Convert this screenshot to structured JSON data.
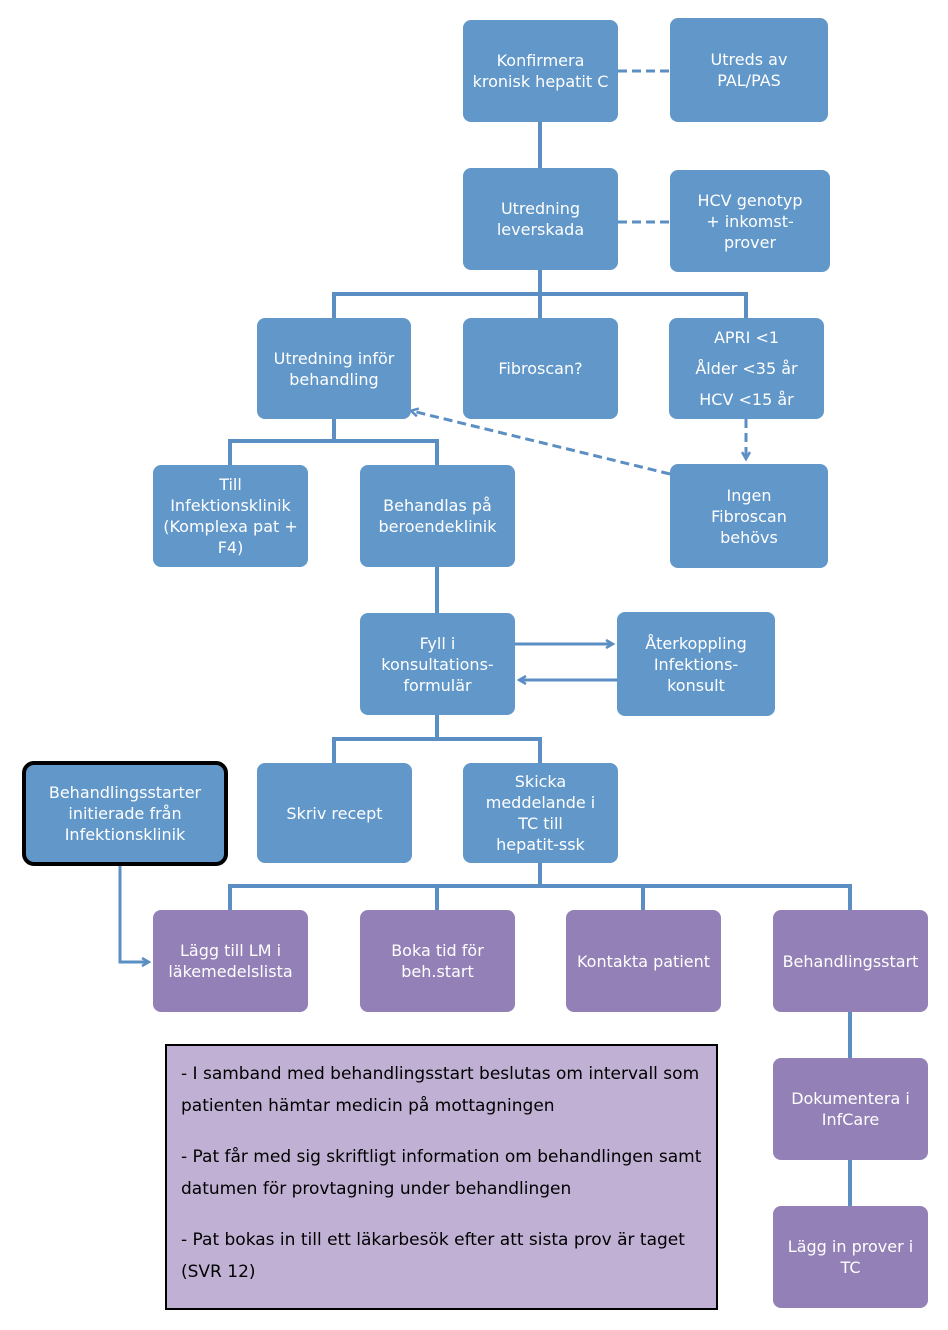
{
  "colors": {
    "blue_box": "#6197c9",
    "purple_box": "#9380b6",
    "connector": "#5b8fc3",
    "note_background": "#c0b1d4"
  },
  "nodes": {
    "konfirmera": "Konfirmera\nkronisk hepatit C",
    "utreds": "Utreds av\nPAL/PAS",
    "utredning_leverskada": "Utredning\nleverskada",
    "hcv_genotyp": "HCV genotyp\n+ inkomst-\nprover",
    "utredning_infor": "Utredning inför\nbehandling",
    "fibroscan": "Fibroscan?",
    "apri": {
      "line1": "APRI <1",
      "line2": "Ålder <35 år",
      "line3": "HCV <15 år"
    },
    "till_infektionsklinik": "Till\nInfektionsklinik\n(Komplexa pat +\nF4)",
    "behandlas_pa": "Behandlas på\nberoendeklinik",
    "ingen_fibroscan": "Ingen\nFibroscan\nbehövs",
    "fyll_i": "Fyll i\nkonsultations-\nformulär",
    "aterkoppling": "Återkoppling\nInfektions-\nkonsult",
    "behandlingsstarter": "Behandlingsstarter\ninitierade från\nInfektionsklinik",
    "skriv_recept": "Skriv recept",
    "skicka_meddelande": "Skicka\nmeddelande i\nTC till\nhepatit-ssk",
    "lagg_till_lm": "Lägg till LM i\nläkemedelslista",
    "boka_tid": "Boka tid för\nbeh.start",
    "kontakta_patient": "Kontakta patient",
    "behandlingsstart": "Behandlingsstart",
    "dokumentera": "Dokumentera i\nInfCare",
    "lagg_in_prover": "Lägg in prover i\nTC"
  },
  "notes": [
    "- I samband med behandlingsstart beslutas om intervall som patienten hämtar medicin på mottagningen",
    "- Pat får med sig skriftligt information om behandlingen samt datumen för provtagning under behandlingen",
    "- Pat bokas in till ett läkarbesök efter att sista prov är taget (SVR 12)"
  ]
}
